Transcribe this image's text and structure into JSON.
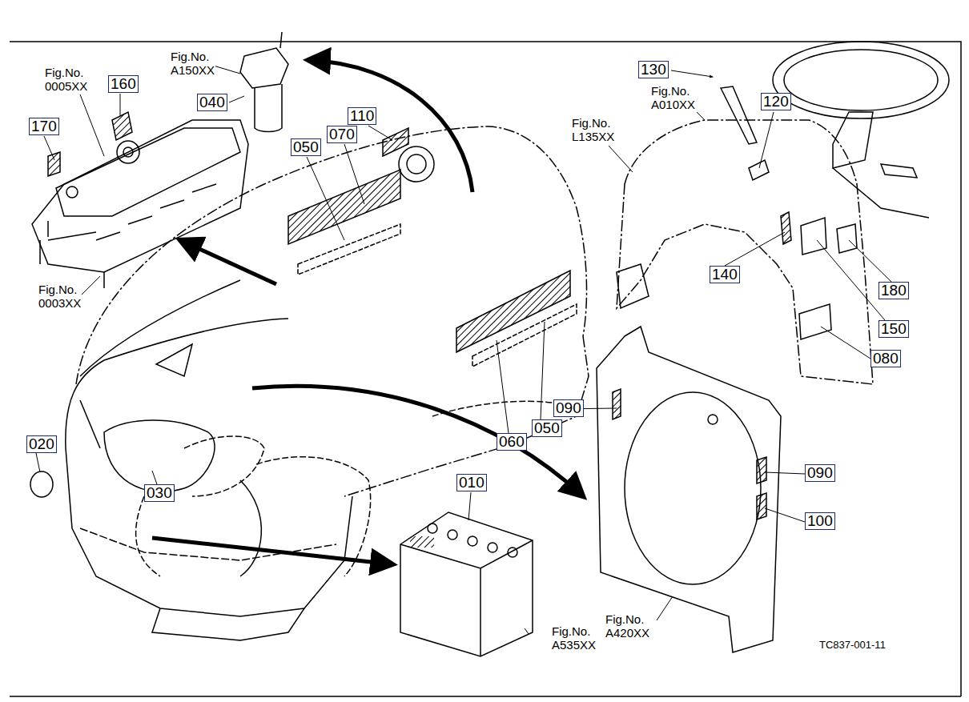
{
  "diagram": {
    "nodes": [
      {
        "text": [
          "160"
        ]
      },
      {
        "text": [
          "170"
        ]
      },
      {
        "text": [
          "040"
        ]
      },
      {
        "text": [
          "110"
        ]
      },
      {
        "text": [
          "050"
        ]
      },
      {
        "text": [
          "070"
        ]
      },
      {
        "text": [
          "130"
        ]
      },
      {
        "text": [
          "120"
        ]
      },
      {
        "text": [
          "140"
        ]
      },
      {
        "text": [
          "180"
        ]
      },
      {
        "text": [
          "150"
        ]
      },
      {
        "text": [
          "080"
        ]
      },
      {
        "text": [
          "090"
        ]
      },
      {
        "text": [
          "060"
        ]
      },
      {
        "text": [
          "050"
        ]
      },
      {
        "text": [
          "020"
        ]
      },
      {
        "text": [
          "030"
        ]
      },
      {
        "text": [
          "010"
        ]
      },
      {
        "text": [
          "090"
        ]
      },
      {
        "text": [
          "100"
        ]
      }
    ],
    "labels": [
      "Fig.No. 0005XX",
      "Fig.No. A150XX",
      "Fig.No. 0003XX",
      "Fig.No. L135XX",
      "Fig.No. A010XX",
      "Fig.No. A535XX",
      "Fig.No. A420XX",
      "TC837-001-11"
    ]
  }
}
